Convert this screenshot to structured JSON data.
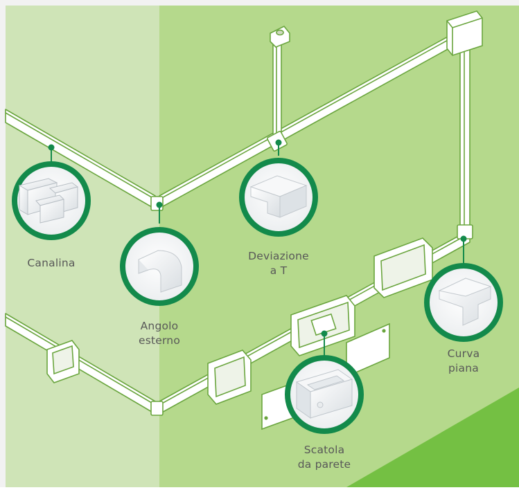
{
  "colors": {
    "frame": "#f2f2f2",
    "wall_left": "#cfe4b7",
    "wall_right": "#b5d98c",
    "accent_triangle": "#74c043",
    "ring": "#138a4b",
    "trunking_fill": "#ffffff",
    "trunking_edge": "#6aa53e",
    "label_text": "#585858"
  },
  "components": [
    {
      "id": "canalina",
      "lines": [
        "Canalina"
      ],
      "icon": "trunking-sample-icon"
    },
    {
      "id": "angolo-esterno",
      "lines": [
        "Angolo",
        "esterno"
      ],
      "icon": "external-corner-icon"
    },
    {
      "id": "deviazione-a-t",
      "lines": [
        "Deviazione",
        "a T"
      ],
      "icon": "t-junction-icon"
    },
    {
      "id": "curva-piana",
      "lines": [
        "Curva",
        "piana"
      ],
      "icon": "flat-curve-icon"
    },
    {
      "id": "scatola-da-parete",
      "lines": [
        "Scatola",
        "da parete"
      ],
      "icon": "wall-box-icon"
    }
  ]
}
